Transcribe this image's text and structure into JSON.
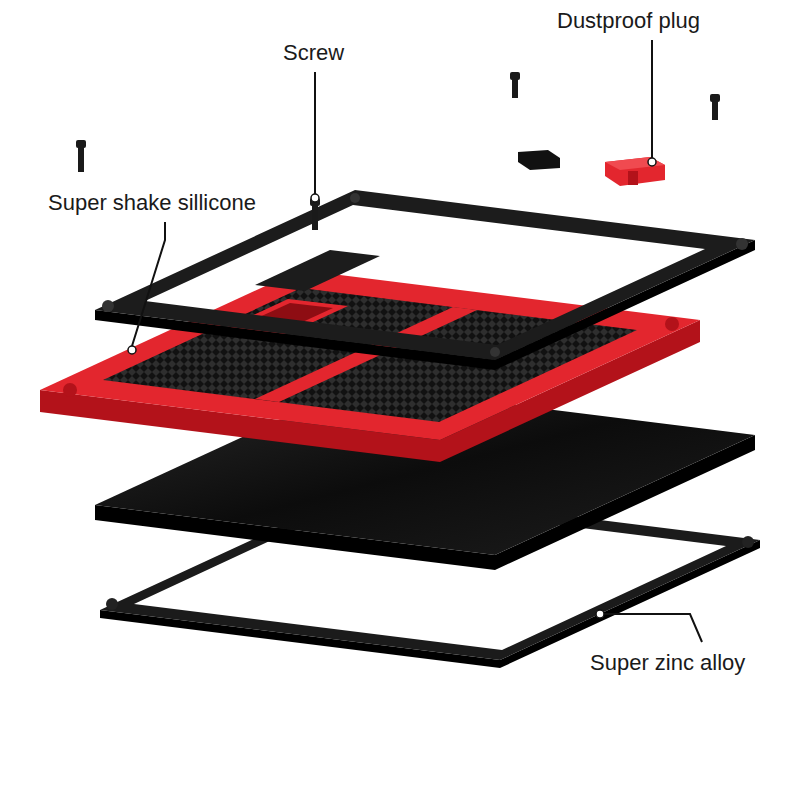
{
  "diagram": {
    "labels": [
      "Dustproof plug",
      "Screw",
      "Super shake sillicone",
      "Super zinc alloy"
    ]
  }
}
